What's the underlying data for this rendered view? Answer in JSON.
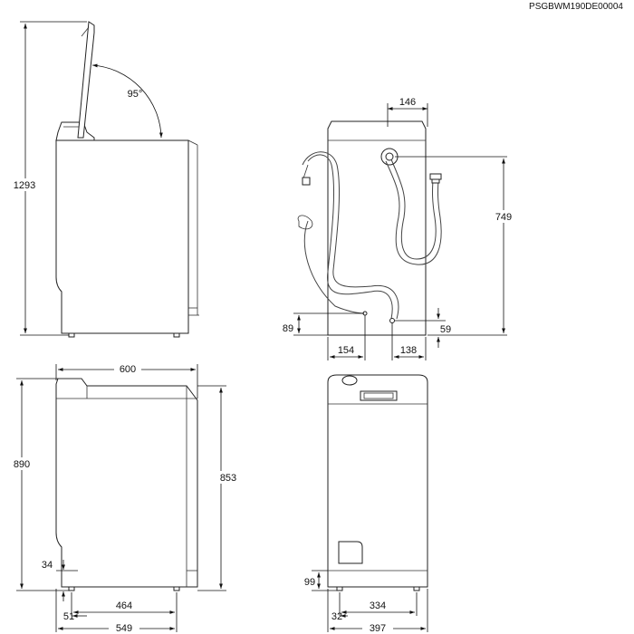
{
  "document_code": "PSGBWM190DE00004",
  "views": {
    "side_open_lid": {
      "height_label": "1293",
      "lid_angle_label": "95°"
    },
    "rear": {
      "outlet_width_label": "146",
      "outlet_height_label": "749",
      "drain_hose_height_label": "89",
      "drain_hose_offset_label": "154",
      "inlet_hose_offset_label": "138",
      "inlet_hose_height_label": "59"
    },
    "side": {
      "depth_label": "600",
      "height_label": "890",
      "body_height_label": "853",
      "foot_height_label": "34",
      "foot_offset_label": "51",
      "foot_spacing_label": "464",
      "base_depth_label": "549"
    },
    "front": {
      "foot_height_label": "99",
      "foot_spacing_label": "334",
      "foot_offset_label": "32",
      "width_label": "397"
    }
  }
}
